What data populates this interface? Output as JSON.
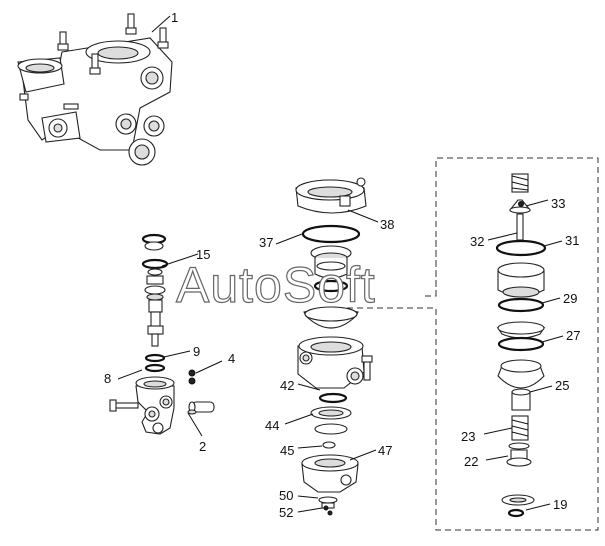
{
  "watermark": "AutoSoft",
  "callouts": {
    "c1": "1",
    "c15": "15",
    "c9": "9",
    "c4": "4",
    "c8": "8",
    "c2": "2",
    "c38": "38",
    "c37": "37",
    "c42": "42",
    "c44": "44",
    "c45": "45",
    "c47": "47",
    "c50": "50",
    "c52": "52",
    "c33": "33",
    "c32": "32",
    "c31": "31",
    "c29": "29",
    "c27": "27",
    "c25": "25",
    "c23": "23",
    "c22": "22",
    "c19": "19"
  }
}
